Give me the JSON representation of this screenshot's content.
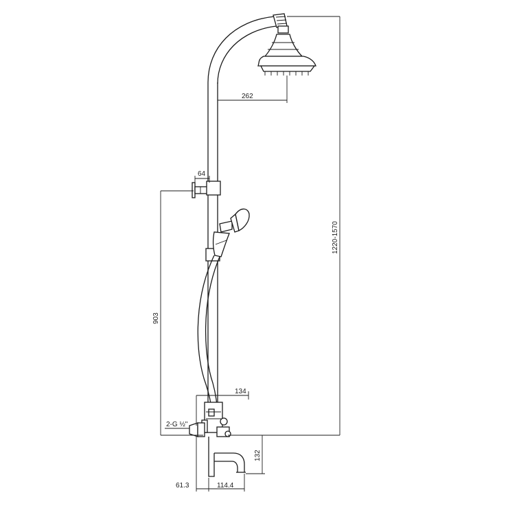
{
  "dimensions": {
    "head_reach": "262",
    "bracket_offset": "64",
    "total_height": "1220-1570",
    "bracket_height": "903",
    "valve_width": "134",
    "inlet_thread": "2-G ½\"",
    "spout_drop": "132",
    "wall_to_valve": "61.3",
    "spout_reach": "114.4"
  }
}
